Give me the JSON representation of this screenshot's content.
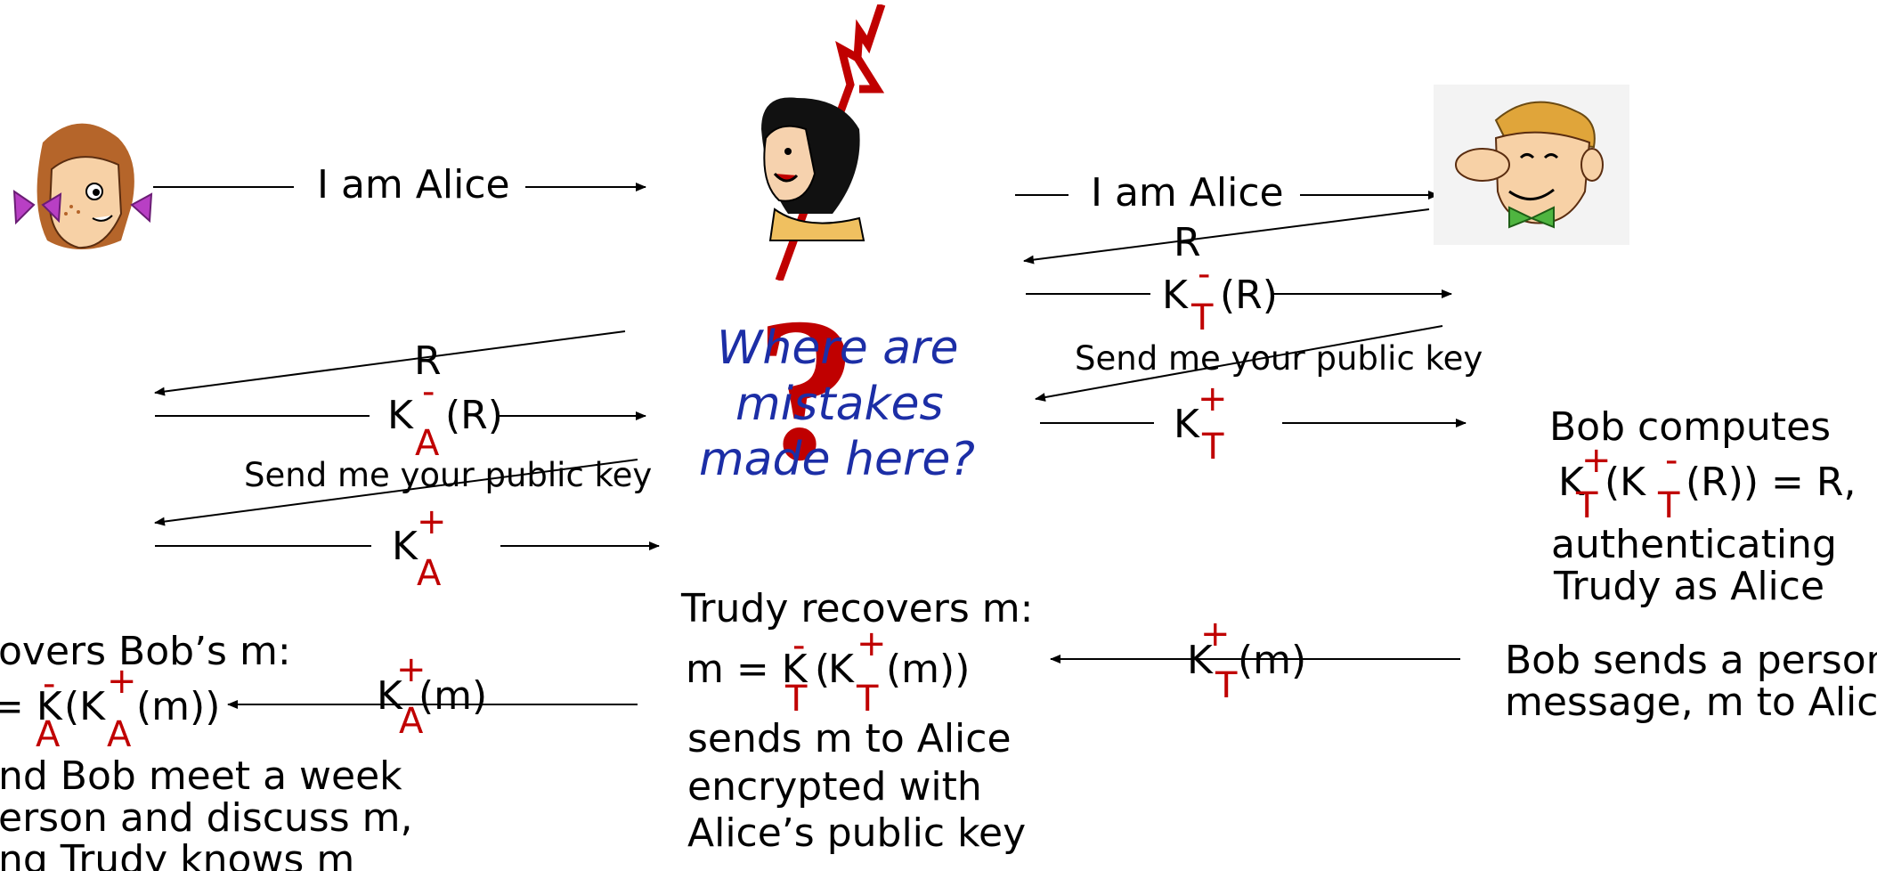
{
  "colors": {
    "arrow": "#000000",
    "key_accent": "#c00000",
    "question_text": "#1c2ea6",
    "question_mark": "#c00000"
  },
  "characters": {
    "alice": {
      "icon": "alice-avatar-icon"
    },
    "trudy": {
      "icon": "trudy-devil-avatar-icon"
    },
    "bob": {
      "icon": "bob-avatar-icon"
    }
  },
  "left": {
    "i_am_alice": "I am Alice",
    "r": "R",
    "k": "K",
    "minus": "-",
    "plus": "+",
    "a": "A",
    "r_paren": "(R)",
    "send_key": "Send me your public key",
    "m_paren": "(m)"
  },
  "right": {
    "i_am_alice": "I am Alice",
    "r": "R",
    "k": "K",
    "minus": "-",
    "plus": "+",
    "t": "T",
    "r_paren": "(R)",
    "send_key": "Send me your public key",
    "m_paren": "(m)"
  },
  "center": {
    "question_line1": "Where are",
    "question_line2": "mistakes",
    "question_line3": "made here?",
    "question_mark": "?",
    "trudy_recovers": "Trudy recovers m:",
    "m_eq": "m = K",
    "k": "K",
    "minus": "-",
    "plus": "+",
    "t": "T",
    "paren_open": "(",
    "m_close": "(m))",
    "sends_line1": "sends m to Alice",
    "sends_line2": "encrypted with",
    "sends_line3": "Alice’s public key"
  },
  "bob_side": {
    "computes": "Bob computes",
    "k": "K",
    "plus": "+",
    "minus": "-",
    "t": "T",
    "paren_k": "(K",
    "result": "(R)) =  R,",
    "auth1": "authenticating",
    "auth2": "Trudy as Alice",
    "sends1": "Bob sends a personal",
    "sends2": "message, m to Alice"
  },
  "alice_side": {
    "recovers": "overs Bob’s m:",
    "eq_k": "= K",
    "paren_k": "(K",
    "minus": "-",
    "plus": "+",
    "a": "A",
    "m_close": "(m))",
    "meet1": "nd Bob meet a week",
    "meet2": "erson and discuss m,",
    "meet3": "ng Trudy knows m"
  }
}
